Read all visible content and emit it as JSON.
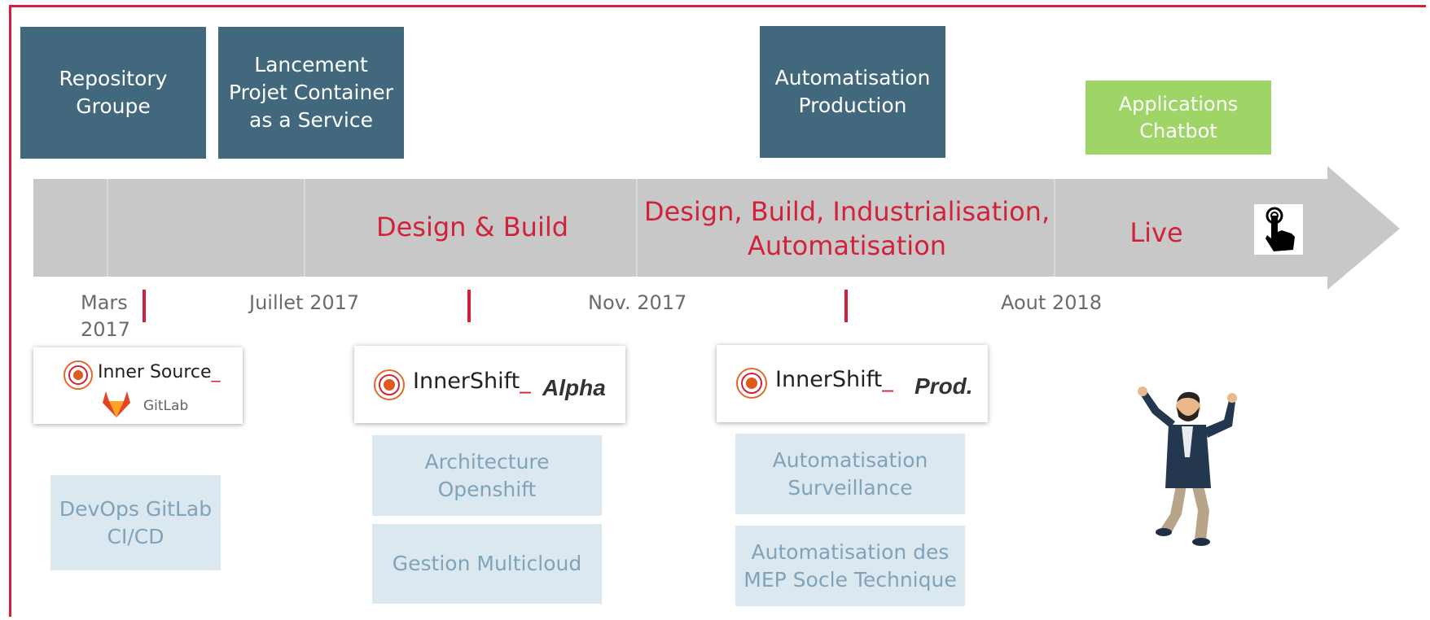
{
  "top_boxes": {
    "repository": "Repository Groupe",
    "lancement": "Lancement Projet Container as a Service",
    "automatisation_prod": "Automatisation Production",
    "applications": "Applications Chatbot"
  },
  "phases": {
    "design_build": "Design & Build",
    "design_build_indus": "Design, Build, Industrialisation, Automatisation",
    "live": "Live"
  },
  "dates": {
    "mars": "Mars 2017",
    "juillet": "Juillet 2017",
    "nov": "Nov. 2017",
    "aout": "Aout 2018"
  },
  "logos": {
    "inner_source": "Inner Source",
    "gitlab": "GitLab",
    "innershift": "InnerShift",
    "underscore": "_",
    "alpha": "Alpha",
    "prod": "Prod."
  },
  "detail_boxes": {
    "devops": "DevOps GitLab CI/CD",
    "architecture": "Architecture Openshift",
    "multicloud": "Gestion Multicloud",
    "surveillance": "Automatisation Surveillance",
    "mep": "Automatisation des MEP Socle Technique"
  },
  "colors": {
    "accent_red": "#d0223a",
    "box_blue": "#41687d",
    "box_green": "#9fd466",
    "light_box": "#dce8f0",
    "arrow_gray": "#c8c8c8"
  },
  "icons": [
    "pointer-hand-icon",
    "target-logo-icon",
    "gitlab-fox-icon",
    "jumping-man-illustration"
  ]
}
